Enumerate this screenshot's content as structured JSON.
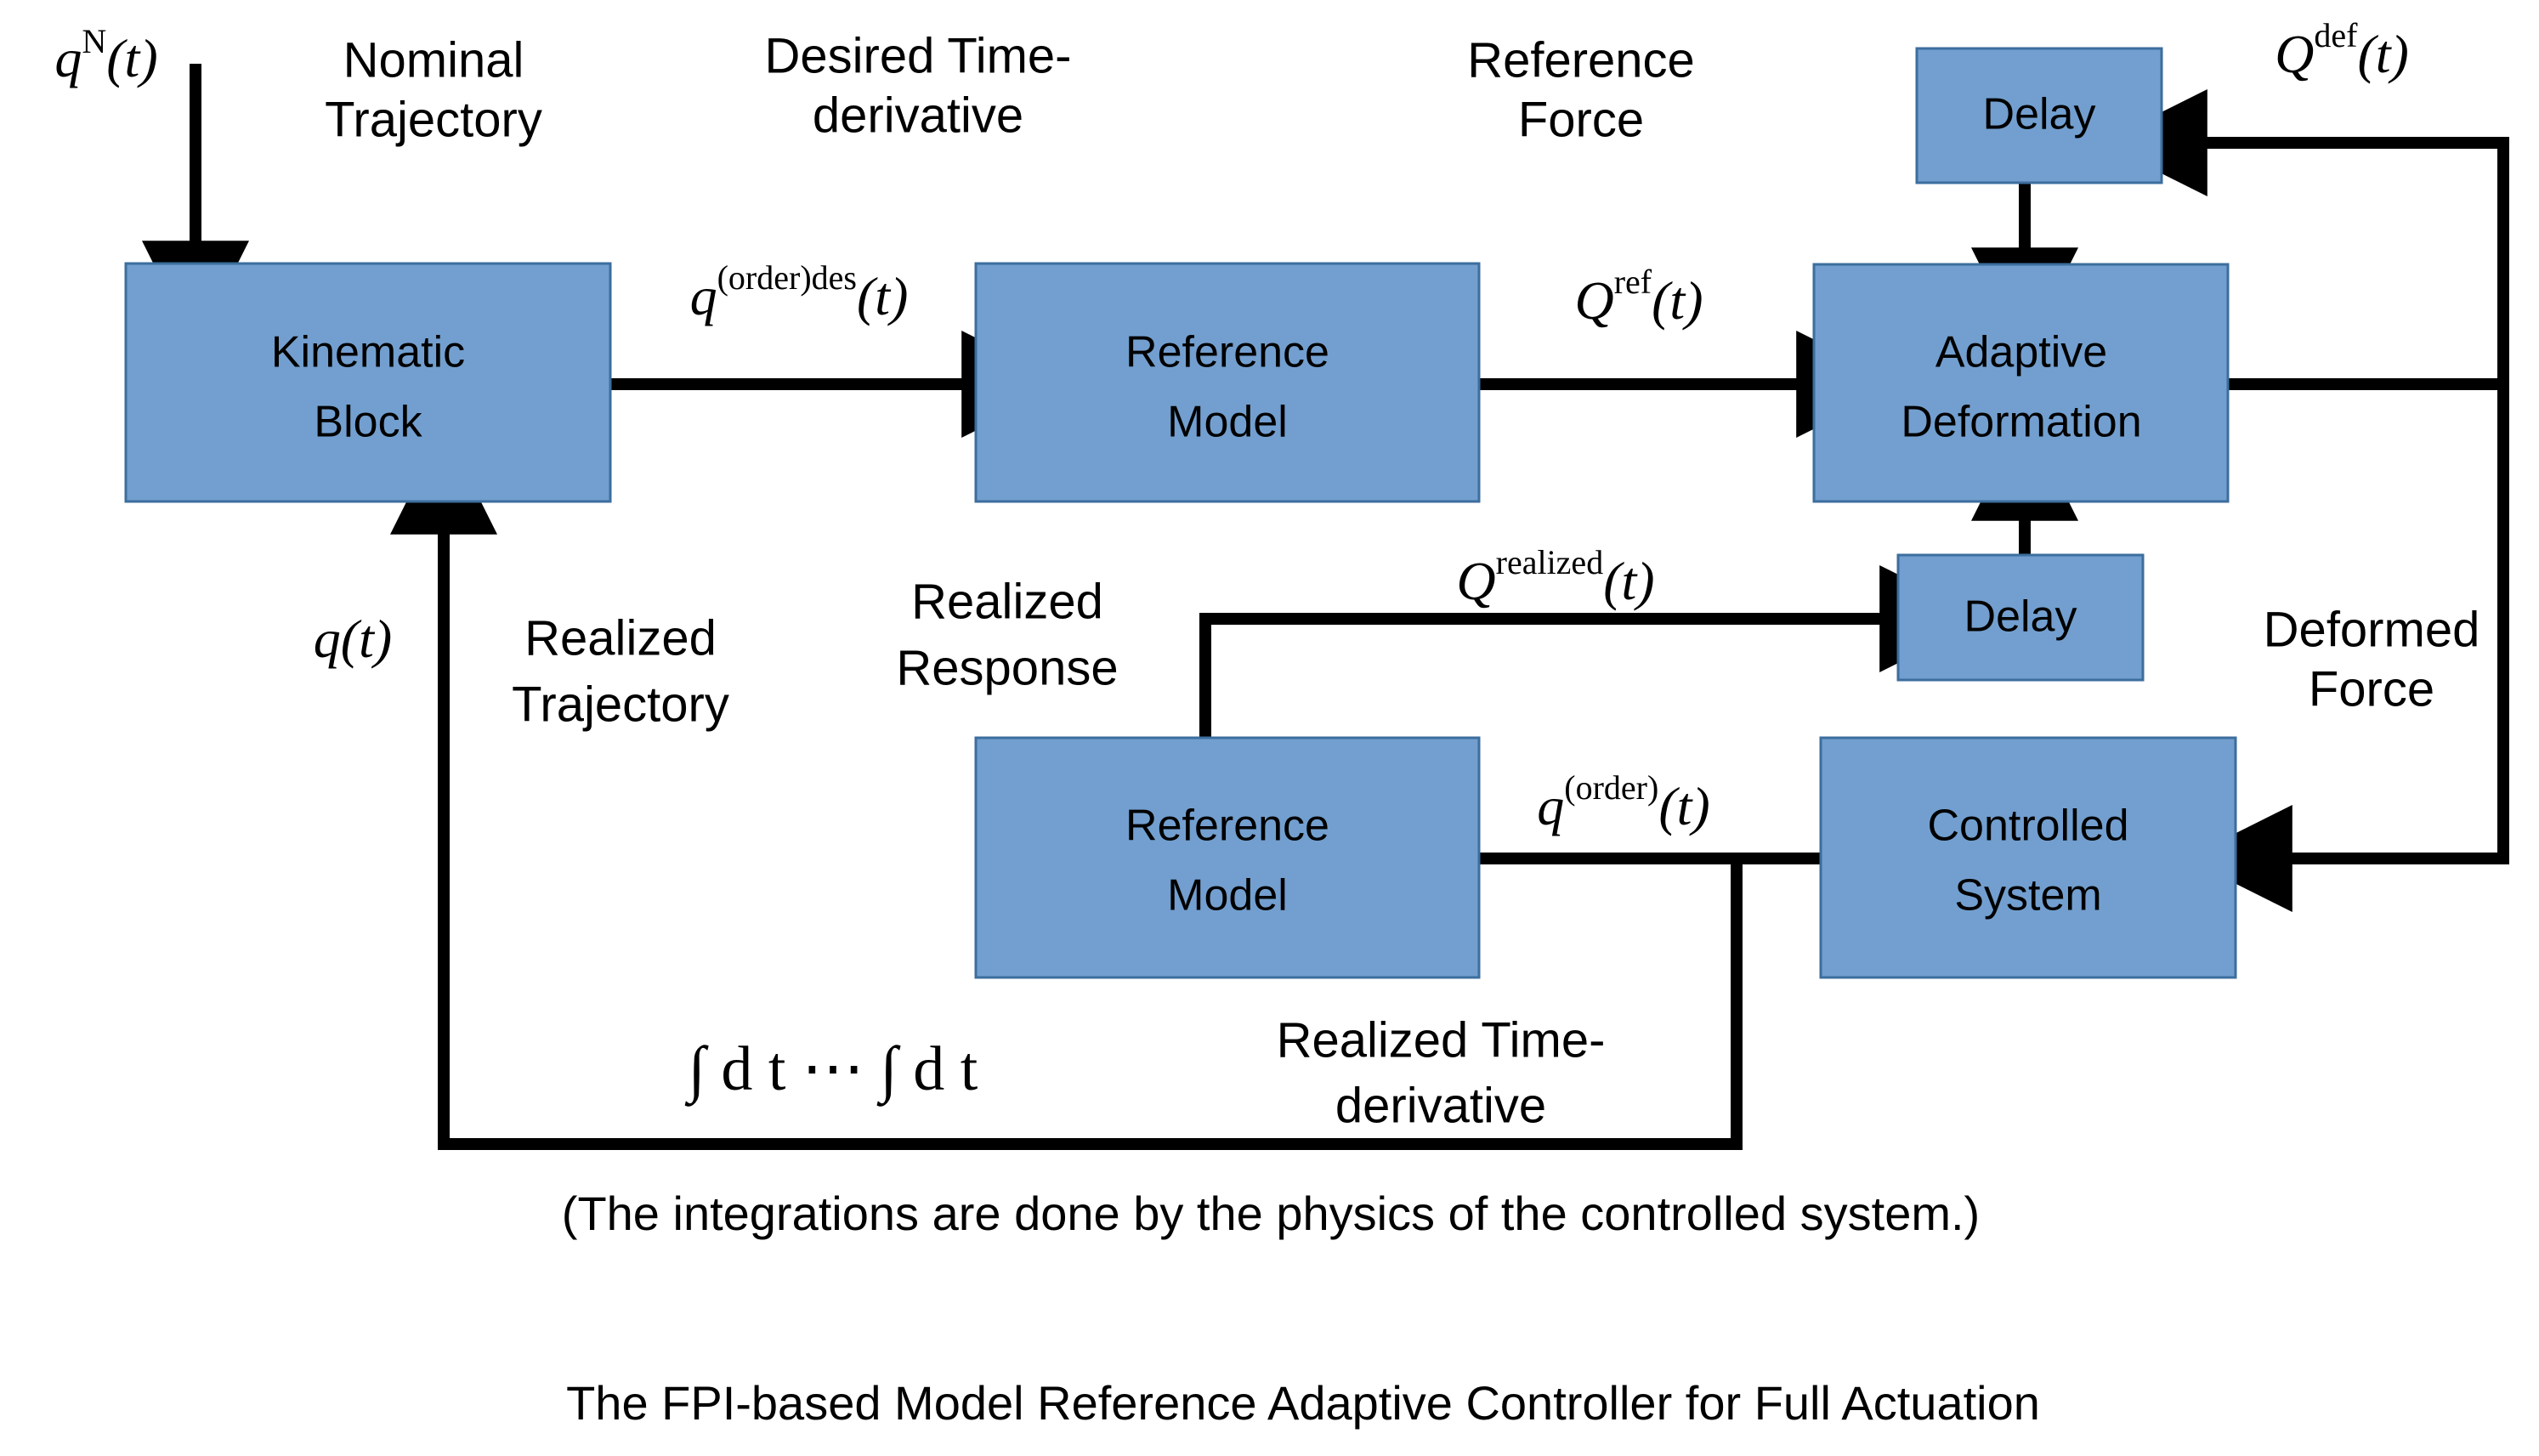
{
  "diagram": {
    "title": "The FPI-based Model Reference Adaptive Controller for Full Actuation",
    "caption": "(The integrations are done by the physics of the controlled system.)",
    "block_color": "#729FCF",
    "block_border_color": "#3C6E9E",
    "line_color": "#000000",
    "background": "#FFFFFF",
    "blocks": [
      {
        "id": "kinematic-block",
        "line1": "Kinematic",
        "line2": "Block"
      },
      {
        "id": "reference-model-top",
        "line1": "Reference",
        "line2": "Model"
      },
      {
        "id": "adaptive-deformation",
        "line1": "Adaptive",
        "line2": "Deformation"
      },
      {
        "id": "delay-top",
        "line1": "Delay",
        "line2": ""
      },
      {
        "id": "delay-mid",
        "line1": "Delay",
        "line2": ""
      },
      {
        "id": "controlled-system",
        "line1": "Controlled",
        "line2": "System"
      },
      {
        "id": "reference-model-bottom",
        "line1": "Reference",
        "line2": "Model"
      }
    ],
    "annotations": {
      "nominal_trajectory_l1": "Nominal",
      "nominal_trajectory_l2": "Trajectory",
      "desired_time_derivative_l1": "Desired Time-",
      "desired_time_derivative_l2": "derivative",
      "reference_force_l1": "Reference",
      "reference_force_l2": "Force",
      "deformed_force_l1": "Deformed",
      "deformed_force_l2": "Force",
      "realized_response_l1": "Realized",
      "realized_response_l2": "Response",
      "realized_trajectory_l1": "Realized",
      "realized_trajectory_l2": "Trajectory",
      "realized_time_derivative_l1": "Realized Time-",
      "realized_time_derivative_l2": "derivative"
    },
    "signals": {
      "q_nominal": {
        "base": "q",
        "sup": "N",
        "arg": "(t)"
      },
      "q_order_des": {
        "base": "q",
        "sup": "(order)des",
        "arg": "(t)"
      },
      "Q_ref": {
        "base": "Q",
        "sup": "ref",
        "arg": "(t)"
      },
      "Q_def": {
        "base": "Q",
        "sup": "def",
        "arg": "(t)"
      },
      "Q_realized": {
        "base": "Q",
        "sup": "realized",
        "arg": "(t)"
      },
      "q_order": {
        "base": "q",
        "sup": "(order)",
        "arg": "(t)"
      },
      "q_realized": {
        "base": "q",
        "sup": "",
        "arg": "(t)"
      },
      "integral_chain": {
        "text": "∫ d t ⋯ ∫ d t"
      }
    }
  }
}
